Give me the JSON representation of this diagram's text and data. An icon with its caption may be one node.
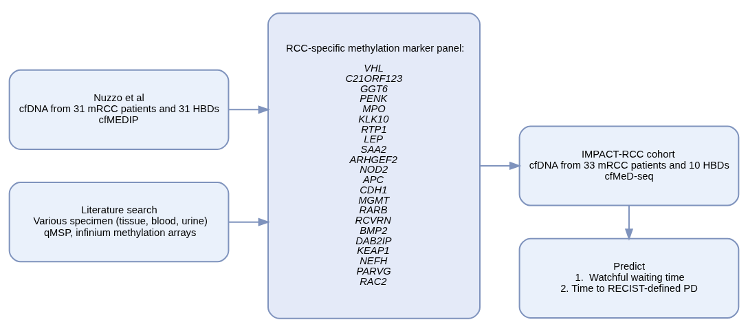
{
  "diagram": {
    "nodes": [
      {
        "text": [
          "Nuzzo et al",
          "cfDNA from 31 mRCC patients and 31 HBDs",
          "cfMEDIP"
        ]
      },
      {
        "text": [
          "Literature search",
          "Various specimen (tissue, blood, urine)",
          "qMSP, infinium methylation arrays"
        ]
      },
      {
        "text": [
          "RCC-specific methylation marker panel:",
          "VHL",
          "C21ORF123",
          "GGT6",
          "PENK",
          "MPO",
          "KLK10",
          "RTP1",
          "LEP",
          "SAA2",
          "ARHGEF2",
          "NOD2",
          "APC",
          "CDH1",
          "MGMT",
          "RARB",
          "RCVRN",
          "BMP2",
          "DAB2IP",
          "KEAP1",
          "NEFH",
          "PARVG",
          "RAC2"
        ]
      },
      {
        "text": [
          "IMPACT-RCC cohort",
          "cfDNA from 33 mRCC patients and 10 HBDs",
          "cfMeD-seq"
        ]
      },
      {
        "text": [
          "Predict",
          "1.  Watchful waiting time",
          "2. Time to RECIST-defined PD"
        ]
      }
    ],
    "edges": [
      {
        "from": 0,
        "to": 2,
        "arrow": "to"
      },
      {
        "from": 1,
        "to": 2,
        "arrow": "to"
      },
      {
        "from": 2,
        "to": 3,
        "arrow": "to"
      },
      {
        "from": 3,
        "to": 4,
        "arrow": "to"
      }
    ]
  }
}
